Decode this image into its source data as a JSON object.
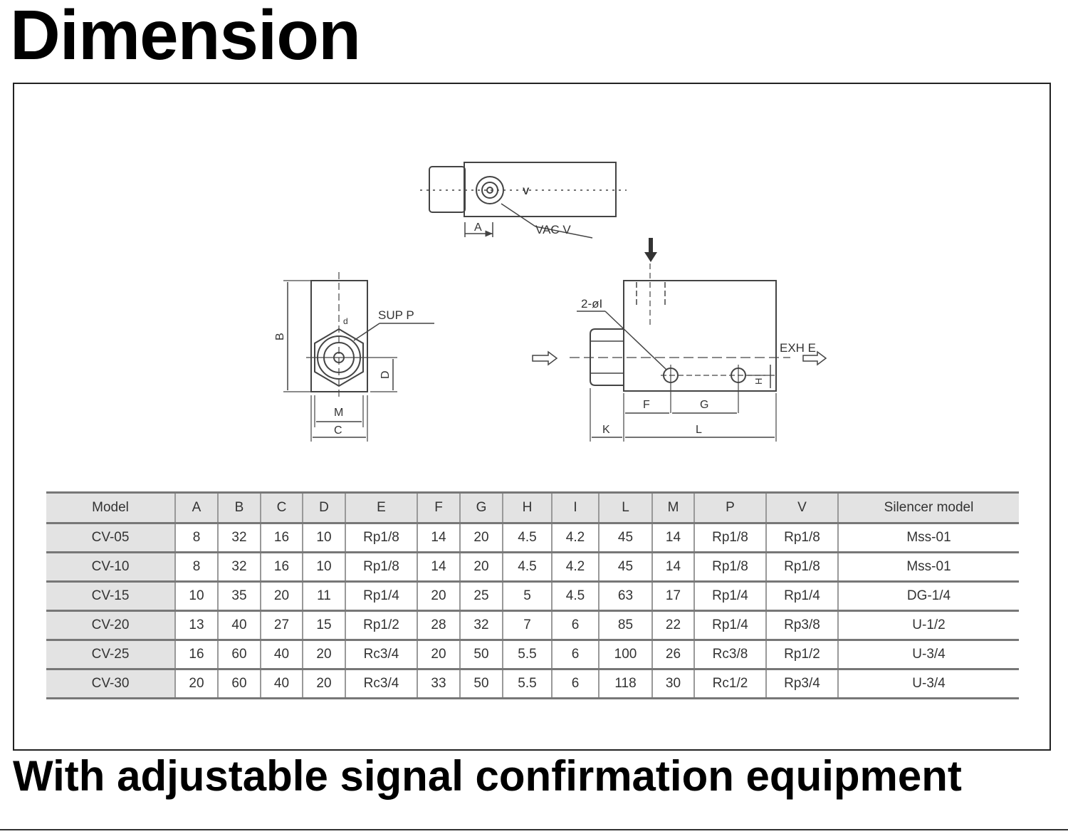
{
  "title": "Dimension",
  "caption": "With adjustable signal confirmation equipment",
  "drawing_labels": {
    "A": "A",
    "vac": "VAC  V",
    "v_arrow": "V",
    "B": "B",
    "d": "d",
    "supp": "SUP P",
    "D": "D",
    "M": "M",
    "C": "C",
    "hole": "2-øI",
    "exh": "EXH  E",
    "H": "H",
    "F": "F",
    "G": "G",
    "K": "K",
    "L": "L"
  },
  "table": {
    "headers": [
      "Model",
      "A",
      "B",
      "C",
      "D",
      "E",
      "F",
      "G",
      "H",
      "I",
      "L",
      "M",
      "P",
      "V",
      "Silencer model"
    ],
    "rows": [
      [
        "CV-05",
        "8",
        "32",
        "16",
        "10",
        "Rp1/8",
        "14",
        "20",
        "4.5",
        "4.2",
        "45",
        "14",
        "Rp1/8",
        "Rp1/8",
        "Mss-01"
      ],
      [
        "CV-10",
        "8",
        "32",
        "16",
        "10",
        "Rp1/8",
        "14",
        "20",
        "4.5",
        "4.2",
        "45",
        "14",
        "Rp1/8",
        "Rp1/8",
        "Mss-01"
      ],
      [
        "CV-15",
        "10",
        "35",
        "20",
        "11",
        "Rp1/4",
        "20",
        "25",
        "5",
        "4.5",
        "63",
        "17",
        "Rp1/4",
        "Rp1/4",
        "DG-1/4"
      ],
      [
        "CV-20",
        "13",
        "40",
        "27",
        "15",
        "Rp1/2",
        "28",
        "32",
        "7",
        "6",
        "85",
        "22",
        "Rp1/4",
        "Rp3/8",
        "U-1/2"
      ],
      [
        "CV-25",
        "16",
        "60",
        "40",
        "20",
        "Rc3/4",
        "20",
        "50",
        "5.5",
        "6",
        "100",
        "26",
        "Rc3/8",
        "Rp1/2",
        "U-3/4"
      ],
      [
        "CV-30",
        "20",
        "60",
        "40",
        "20",
        "Rc3/4",
        "33",
        "50",
        "5.5",
        "6",
        "118",
        "30",
        "Rc1/2",
        "Rp3/4",
        "U-3/4"
      ]
    ]
  }
}
